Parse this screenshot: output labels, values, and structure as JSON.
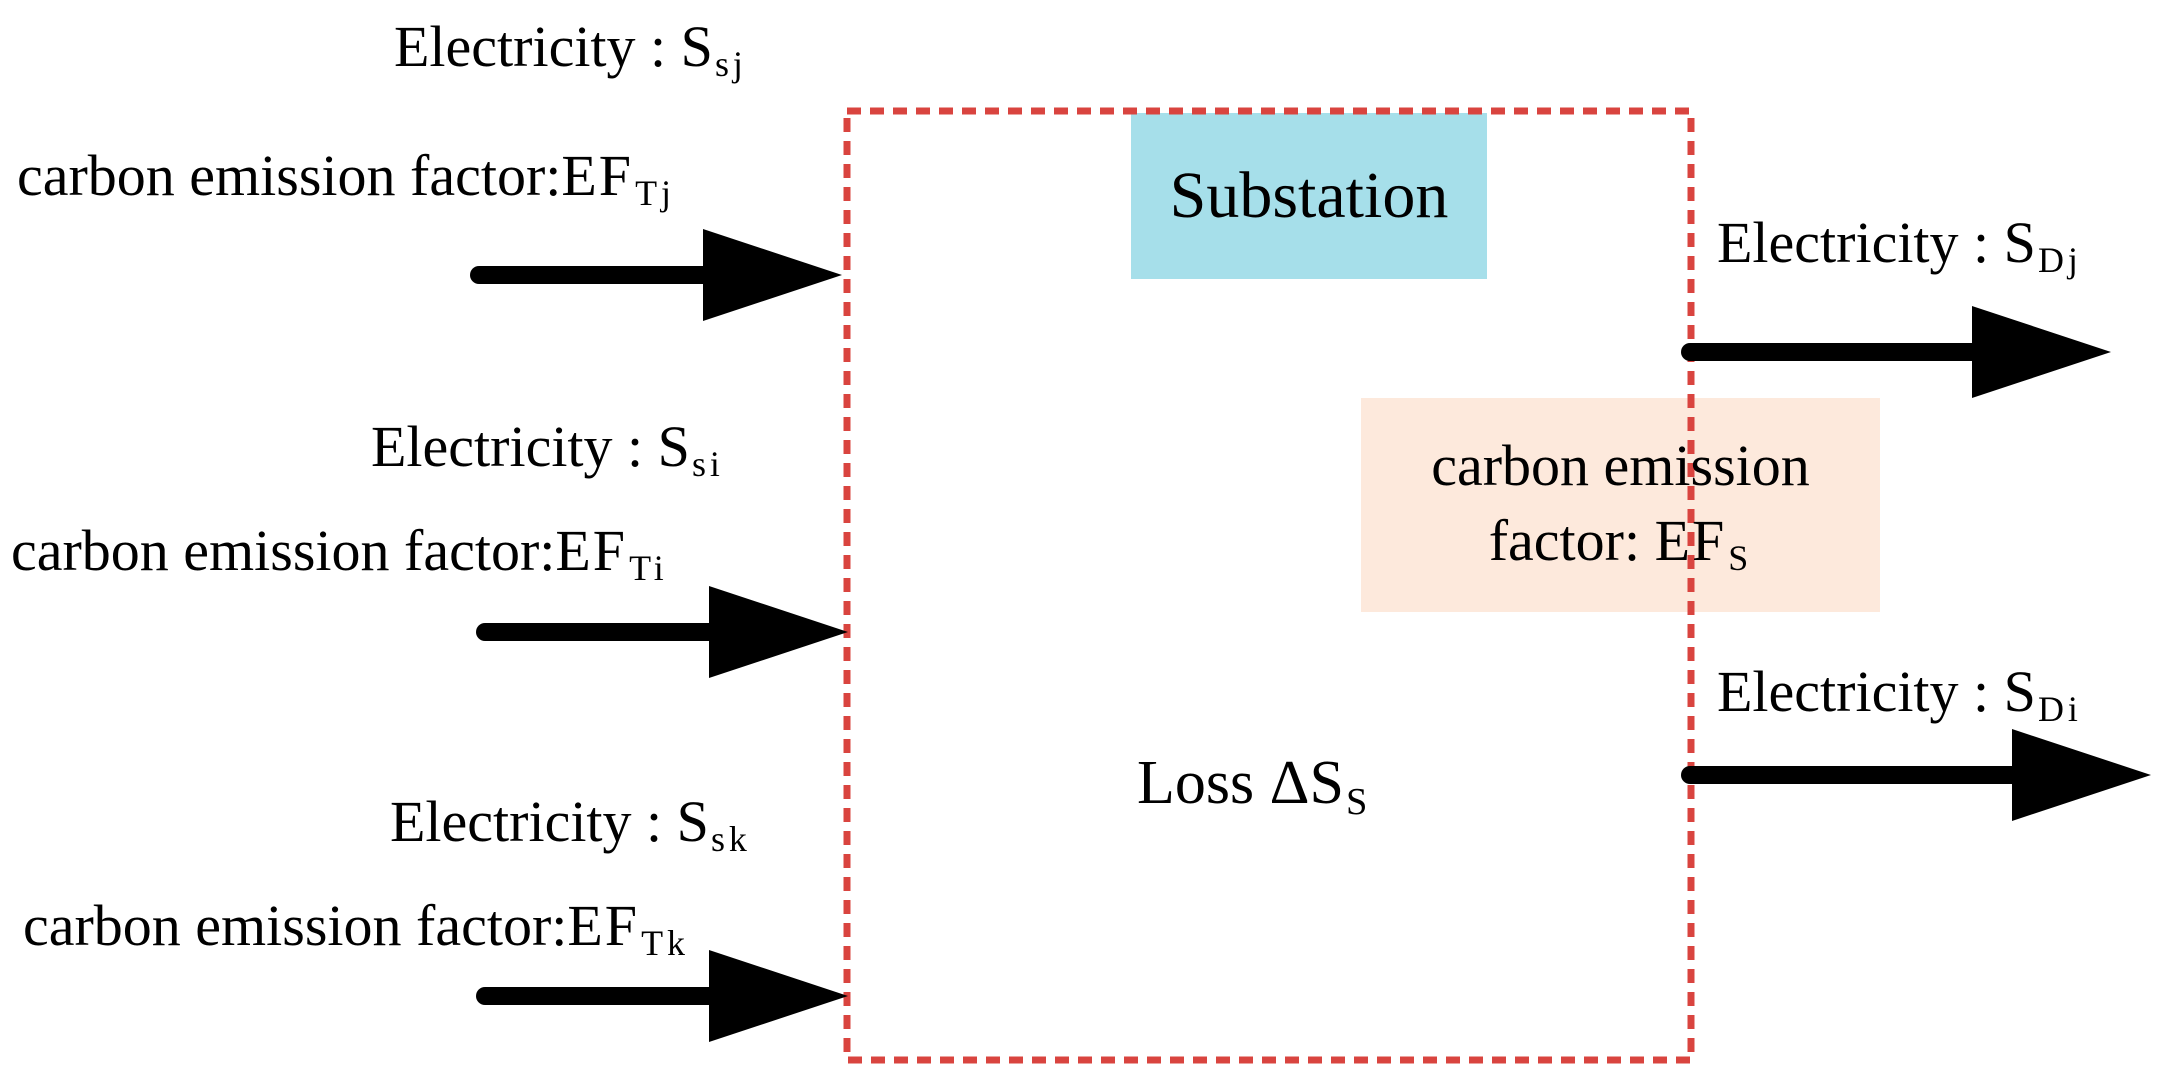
{
  "colors": {
    "boundary": "#d9443f",
    "substation_fill": "#a6dfea",
    "ef_fill": "#fde9dc",
    "arrow": "#000000"
  },
  "title": "Substation",
  "inputs": [
    {
      "elec_label": "Electricity",
      "sep": " : ",
      "elec_sym": "S",
      "elec_sub": "sj",
      "ef_label": "carbon emission factor:",
      "ef_sym": "EF",
      "ef_sub": "Tj"
    },
    {
      "elec_label": "Electricity",
      "sep": " : ",
      "elec_sym": "S",
      "elec_sub": "si",
      "ef_label": "carbon emission factor:",
      "ef_sym": "EF",
      "ef_sub": "Ti"
    },
    {
      "elec_label": "Electricity",
      "sep": " : ",
      "elec_sym": "S",
      "elec_sub": "sk",
      "ef_label": "carbon emission factor:",
      "ef_sym": "EF",
      "ef_sub": "Tk"
    }
  ],
  "outputs": [
    {
      "elec_label": "Electricity",
      "sep": " : ",
      "elec_sym": "S",
      "elec_sub": "Dj"
    },
    {
      "elec_label": "Electricity",
      "sep": " : ",
      "elec_sym": "S",
      "elec_sub": "Di"
    }
  ],
  "substation_ef": {
    "line1": "carbon emission",
    "line2": "factor: ",
    "sym": "EF",
    "sub": "S"
  },
  "loss": {
    "label": "Loss ",
    "sym": "ΔS",
    "sub": "S"
  }
}
